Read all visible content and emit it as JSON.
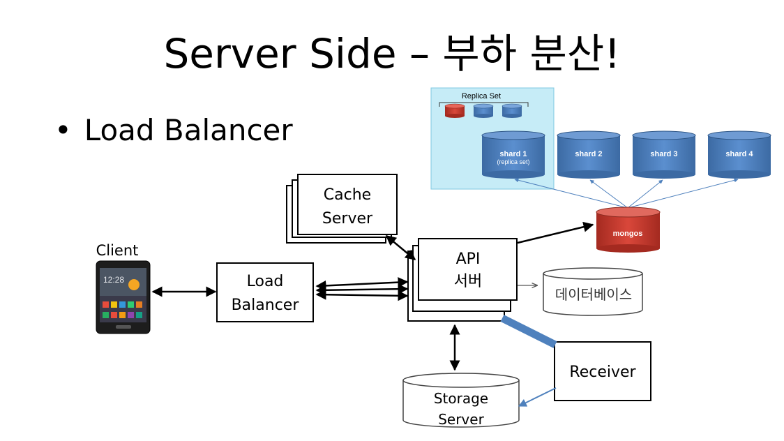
{
  "slide": {
    "title": "Server Side – 부하 분산!",
    "bullet": "Load Balancer"
  },
  "diagram": {
    "client_label": "Client",
    "phone_clock": "12:28",
    "load_balancer": [
      "Load",
      "Balancer"
    ],
    "cache_server": [
      "Cache",
      "Server"
    ],
    "api_server": [
      "API",
      "서버"
    ],
    "database": "데이터베이스",
    "storage_server": [
      "Storage",
      "Server"
    ],
    "receiver": "Receiver",
    "mongos": "mongos",
    "replica_set_label": "Replica Set",
    "shards": [
      {
        "label": "shard 1",
        "sublabel": "(replica set)"
      },
      {
        "label": "shard 2"
      },
      {
        "label": "shard 3"
      },
      {
        "label": "shard 4"
      }
    ]
  },
  "colors": {
    "shard_blue": "#4f81bd",
    "mongos_red": "#c0392b",
    "replica_panel": "#c6ecf7",
    "connector_blue": "#4f81bd"
  }
}
